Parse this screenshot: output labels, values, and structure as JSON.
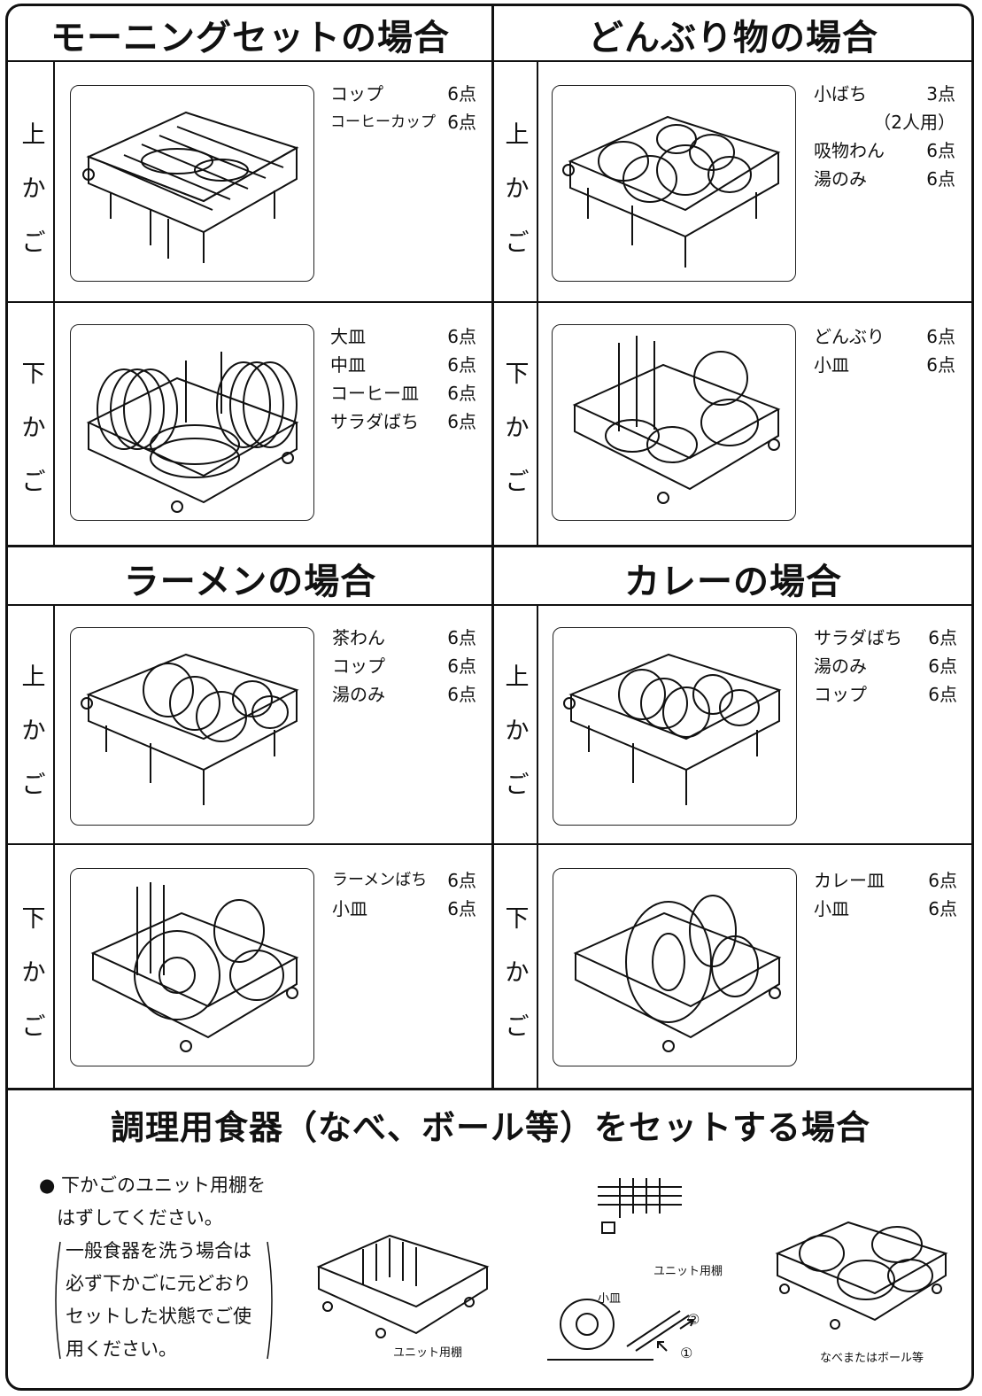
{
  "sections": [
    {
      "title": "モーニングセットの場合",
      "upper": {
        "side": [
          "上",
          "か",
          "ご"
        ],
        "items": [
          {
            "name": "コップ",
            "qty": "6点"
          },
          {
            "name": "コーヒーカップ",
            "qty": "6点"
          }
        ]
      },
      "lower": {
        "side": [
          "下",
          "か",
          "ご"
        ],
        "items": [
          {
            "name": "大皿",
            "qty": "6点"
          },
          {
            "name": "中皿",
            "qty": "6点"
          },
          {
            "name": "コーヒー皿",
            "qty": "6点"
          },
          {
            "name": "サラダばち",
            "qty": "6点"
          }
        ]
      }
    },
    {
      "title": "どんぶり物の場合",
      "upper": {
        "side": [
          "上",
          "か",
          "ご"
        ],
        "items": [
          {
            "name": "小ばち",
            "qty": "3点"
          },
          {
            "name": "吸物わん",
            "qty": "6点"
          },
          {
            "name": "湯のみ",
            "qty": "6点"
          }
        ],
        "note": "（2人用）"
      },
      "lower": {
        "side": [
          "下",
          "か",
          "ご"
        ],
        "items": [
          {
            "name": "どんぶり",
            "qty": "6点"
          },
          {
            "name": "小皿",
            "qty": "6点"
          }
        ]
      }
    },
    {
      "title": "ラーメンの場合",
      "upper": {
        "side": [
          "上",
          "か",
          "ご"
        ],
        "items": [
          {
            "name": "茶わん",
            "qty": "6点"
          },
          {
            "name": "コップ",
            "qty": "6点"
          },
          {
            "name": "湯のみ",
            "qty": "6点"
          }
        ]
      },
      "lower": {
        "side": [
          "下",
          "か",
          "ご"
        ],
        "items": [
          {
            "name": "ラーメンばち",
            "qty": "6点"
          },
          {
            "name": "小皿",
            "qty": "6点"
          }
        ]
      }
    },
    {
      "title": "カレーの場合",
      "upper": {
        "side": [
          "上",
          "か",
          "ご"
        ],
        "items": [
          {
            "name": "サラダばち",
            "qty": "6点"
          },
          {
            "name": "湯のみ",
            "qty": "6点"
          },
          {
            "name": "コップ",
            "qty": "6点"
          }
        ]
      },
      "lower": {
        "side": [
          "下",
          "か",
          "ご"
        ],
        "items": [
          {
            "name": "カレー皿",
            "qty": "6点"
          },
          {
            "name": "小皿",
            "qty": "6点"
          }
        ]
      }
    }
  ],
  "bottom": {
    "title": "調理用食器（なべ、ボール等）をセットする場合",
    "lines": [
      "● 下かごのユニット用棚を",
      "はずしてください。",
      "一般食器を洗う場合は",
      "必ず下かごに元どおり",
      "セットした状態でご使",
      "用ください。"
    ],
    "labels": {
      "rack_shelf": "ユニット用棚",
      "unit_shelf": "ユニット用棚",
      "small_plate": "小皿",
      "pot_bowl": "なべまたはボール等",
      "step1": "①",
      "step2": "②"
    }
  }
}
